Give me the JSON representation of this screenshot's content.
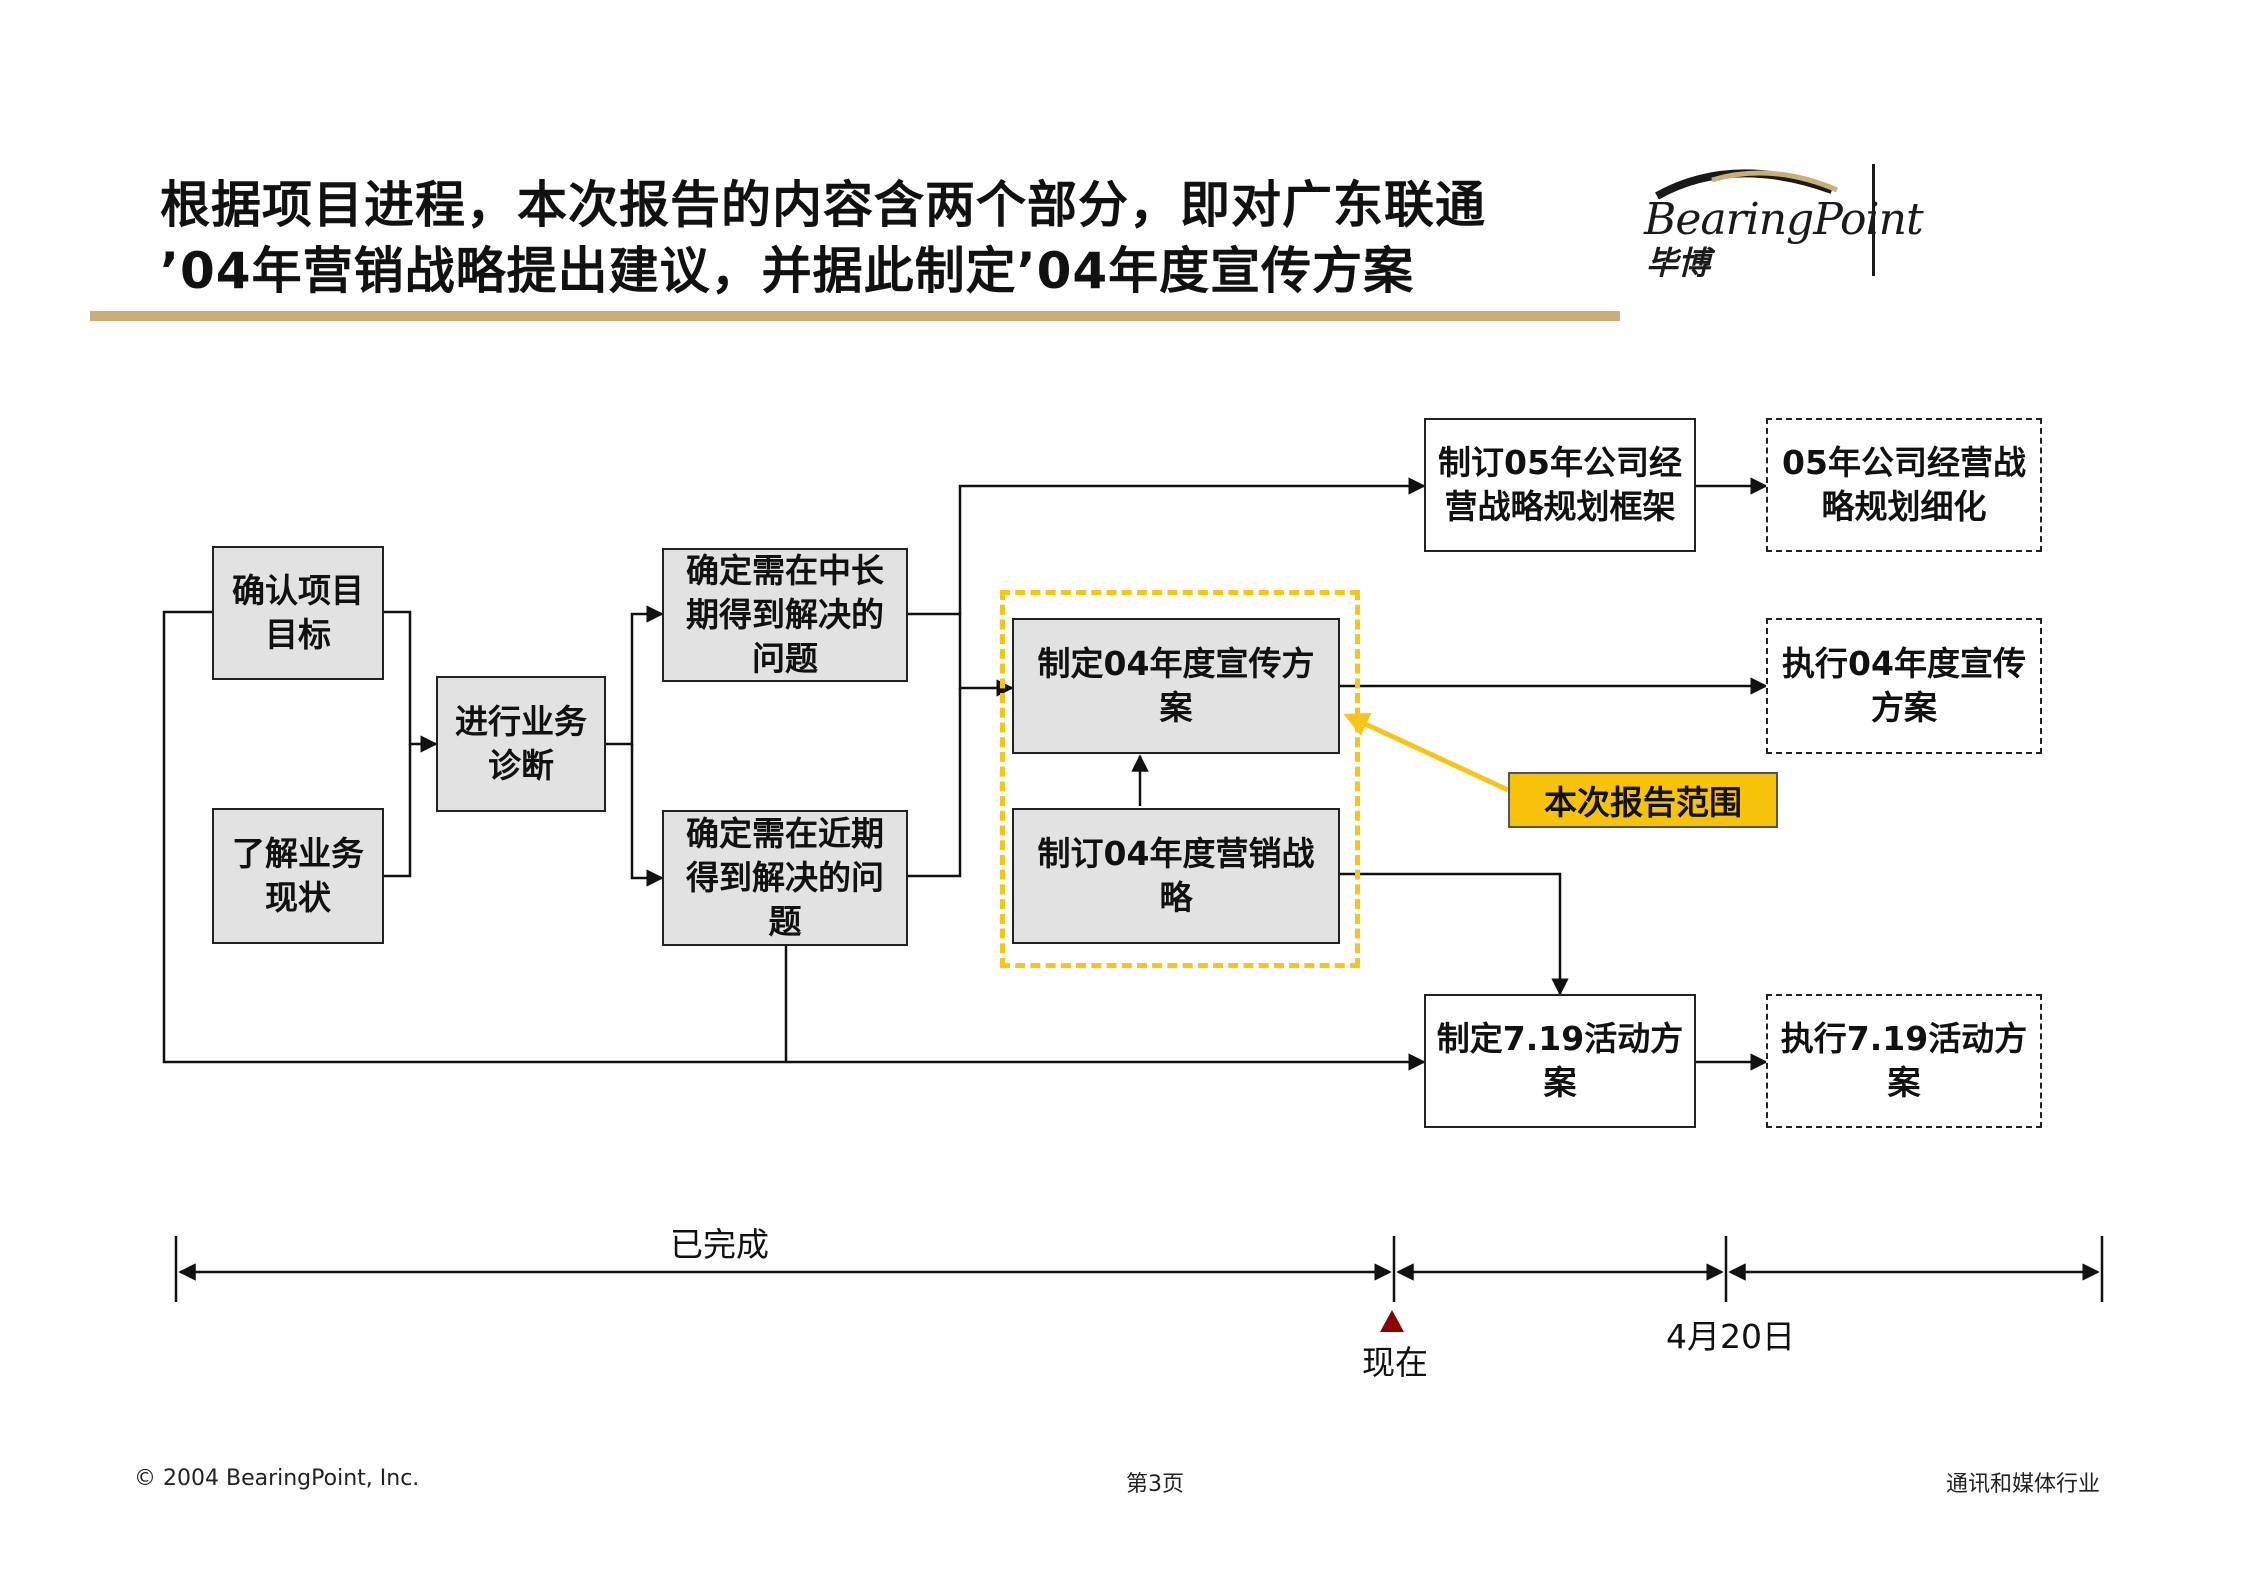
{
  "header": {
    "title_line1": "根据项目进程，本次报告的内容含两个部分，即对广东联通",
    "title_line2": "’04年营销战略提出建议，并据此制定’04年度宣传方案",
    "logo_text": "BearingPoint",
    "logo_cn": "毕博"
  },
  "boxes": {
    "confirm_goal": "确认项目目标",
    "understand_status": "了解业务现状",
    "diagnose": "进行业务诊断",
    "long_term": "确定需在中长期得到解决的问题",
    "near_term": "确定需在近期得到解决的问题",
    "publicity_plan": "制定04年度宣传方案",
    "marketing_strategy": "制订04年度营销战略",
    "framework_05": "制订05年公司经营战略规划框架",
    "detail_05": "05年公司经营战略规划细化",
    "execute_publicity": "执行04年度宣传方案",
    "plan_719": "制定7.19活动方案",
    "execute_719": "执行7.19活动方案"
  },
  "callout": "本次报告范围",
  "timeline": {
    "completed": "已完成",
    "now": "现在",
    "date": "4月20日"
  },
  "footer": {
    "copyright": "© 2004 BearingPoint, Inc.",
    "page": "第3页",
    "industry": "通讯和媒体行业"
  },
  "colors": {
    "title_rule": "#c9ae78",
    "scope_border": "#f5c518",
    "callout_fill": "#f6c20a",
    "now_marker": "#8b0000",
    "box_grey": "#e2e2e2"
  }
}
